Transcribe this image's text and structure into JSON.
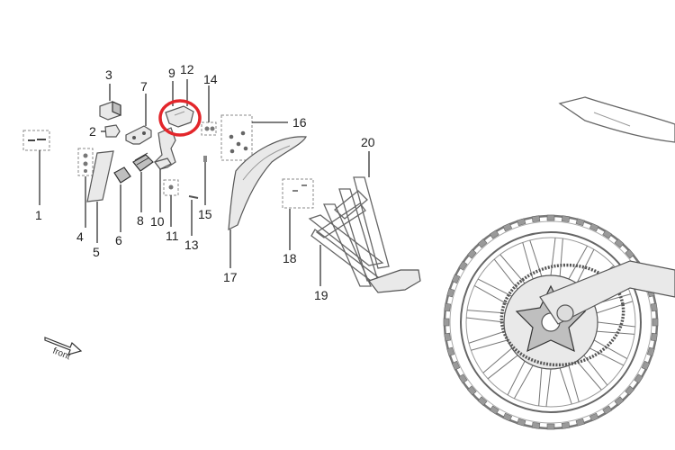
{
  "callouts": {
    "n1": "1",
    "n2": "2",
    "n3": "3",
    "n4": "4",
    "n5": "5",
    "n6": "6",
    "n7": "7",
    "n8": "8",
    "n9": "9",
    "n10": "10",
    "n11": "11",
    "n12": "12",
    "n13": "13",
    "n14": "14",
    "n15": "15",
    "n16": "16",
    "n17": "17",
    "n18": "18",
    "n19": "19",
    "n20": "20"
  },
  "front_label": "front",
  "highlight": {
    "target_callout": "12",
    "color": "#e3262b"
  },
  "colors": {
    "lines": "#333333",
    "parts": "#e9e9e9"
  }
}
